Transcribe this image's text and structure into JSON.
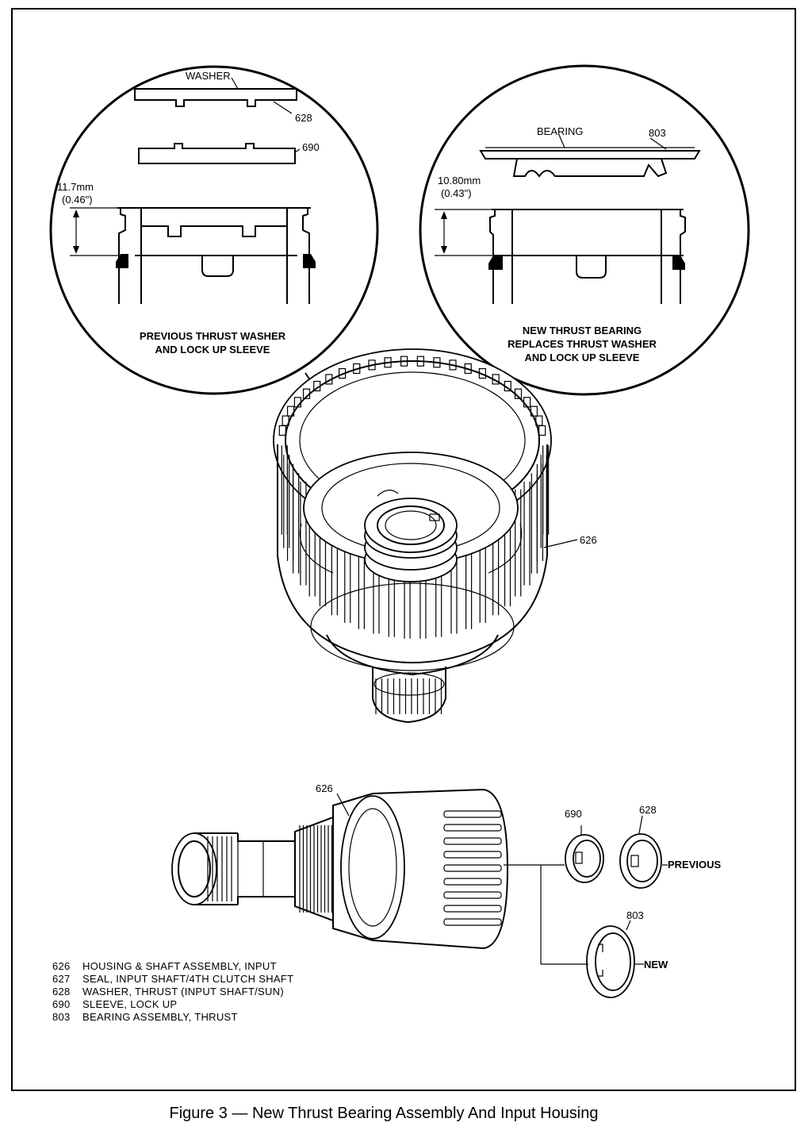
{
  "caption": "Figure 3 — New Thrust Bearing Assembly And Input Housing",
  "left_detail": {
    "washer_label": "WASHER",
    "ref_628": "628",
    "ref_690": "690",
    "dimension_mm": "11.7mm",
    "dimension_in": "(0.46\")",
    "caption_line1": "PREVIOUS THRUST WASHER",
    "caption_line2": "AND LOCK UP SLEEVE"
  },
  "right_detail": {
    "bearing_label": "BEARING",
    "ref_803": "803",
    "dimension_mm": "10.80mm",
    "dimension_in": "(0.43\")",
    "caption_line1": "NEW THRUST BEARING",
    "caption_line2": "REPLACES THRUST WASHER",
    "caption_line3": "AND LOCK UP SLEEVE"
  },
  "housing_ref": "626",
  "lower_assembly": {
    "ref_626": "626",
    "ref_690": "690",
    "ref_628": "628",
    "ref_803": "803",
    "previous_label": "PREVIOUS",
    "new_label": "NEW"
  },
  "legend": [
    {
      "code": "626",
      "text": "HOUSING & SHAFT ASSEMBLY, INPUT"
    },
    {
      "code": "627",
      "text": "SEAL, INPUT SHAFT/4TH CLUTCH SHAFT"
    },
    {
      "code": "628",
      "text": "WASHER, THRUST (INPUT SHAFT/SUN)"
    },
    {
      "code": "690",
      "text": "SLEEVE, LOCK UP"
    },
    {
      "code": "803",
      "text": "BEARING ASSEMBLY, THRUST"
    }
  ]
}
